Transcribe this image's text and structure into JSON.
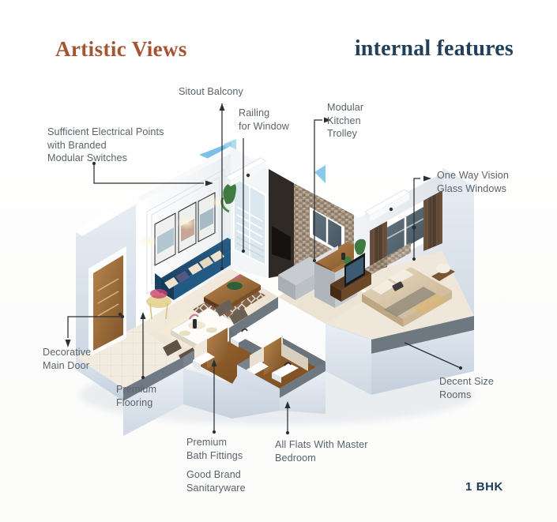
{
  "page": {
    "background_color": "#fdfdfc",
    "plan_label": "1 BHK"
  },
  "headings": {
    "left": "Artistic Views",
    "left_color": "#a35430",
    "right": "internal features",
    "right_color": "#20405c"
  },
  "annotations": [
    {
      "id": "sitout-balcony",
      "text": "Sitout Balcony",
      "color": "#5a636b"
    },
    {
      "id": "railing-for-window",
      "text": "Railing\nfor Window",
      "color": "#5a636b"
    },
    {
      "id": "modular-kitchen-trolley",
      "text": "Modular\nKitchen\nTrolley",
      "color": "#5a636b"
    },
    {
      "id": "electrical-points",
      "text": "Sufficient Electrical Points\nwith Branded\nModular Switches",
      "color": "#5a636b"
    },
    {
      "id": "one-way-vision-glass",
      "text": "One Way Vision\nGlass Windows",
      "color": "#5a636b"
    },
    {
      "id": "decent-size-rooms",
      "text": "Decent Size\nRooms",
      "color": "#5a636b"
    },
    {
      "id": "decorative-main-door",
      "text": "Decorative\nMain Door",
      "color": "#5a636b"
    },
    {
      "id": "premium-flooring",
      "text": "Premium\nFlooring",
      "color": "#5a636b"
    },
    {
      "id": "premium-bath-fittings",
      "text": "Premium\nBath Fittings",
      "color": "#5a636b"
    },
    {
      "id": "good-brand-sanitaryware",
      "text": "Good Brand\nSanitaryware",
      "color": "#5a636b"
    },
    {
      "id": "master-bedroom",
      "text": "All Flats With Master\nBedroom",
      "color": "#5a636b"
    }
  ],
  "floorplan": {
    "view": "3d-isometric-cutaway",
    "leader_line_color": "#2a2f33",
    "palette": {
      "wall_outer": "#cfd9e4",
      "wall_top": "#7e878f",
      "wall_inner": "#f4f5f6",
      "floor_living": "#efe6d8",
      "floor_bath": "#8a5a28",
      "sofa": "#1f4d74",
      "wood_dark": "#6b4526",
      "wood_mid": "#a97743",
      "wood_light": "#c99a63",
      "stone_wall": "#9b8a78",
      "curtain": "#5a4434",
      "glass": "#4e5d69",
      "sky_triangle": "#79bde8",
      "rug": "#7a5a45",
      "bed": "#d9c8ae"
    },
    "rooms": [
      {
        "name": "living-room",
        "features": [
          "sofa",
          "coffee-table",
          "wall-art",
          "rug",
          "ceiling-lights"
        ]
      },
      {
        "name": "dining-area",
        "features": [
          "dining-table",
          "chairs",
          "tableware"
        ]
      },
      {
        "name": "sitout-balcony",
        "features": [
          "railing",
          "sliding-glass-door",
          "plant"
        ]
      },
      {
        "name": "kitchen",
        "features": [
          "trolley",
          "counter",
          "stone-cladding-wall"
        ]
      },
      {
        "name": "bedroom",
        "features": [
          "bed",
          "tv-unit",
          "curtains",
          "ac-unit",
          "window"
        ]
      },
      {
        "name": "bathroom-1",
        "features": [
          "wash-basin",
          "water-closet",
          "door"
        ]
      },
      {
        "name": "bathroom-2",
        "features": [
          "wash-basin",
          "water-closet",
          "door"
        ]
      },
      {
        "name": "entry",
        "features": [
          "decorative-main-door"
        ]
      }
    ]
  }
}
